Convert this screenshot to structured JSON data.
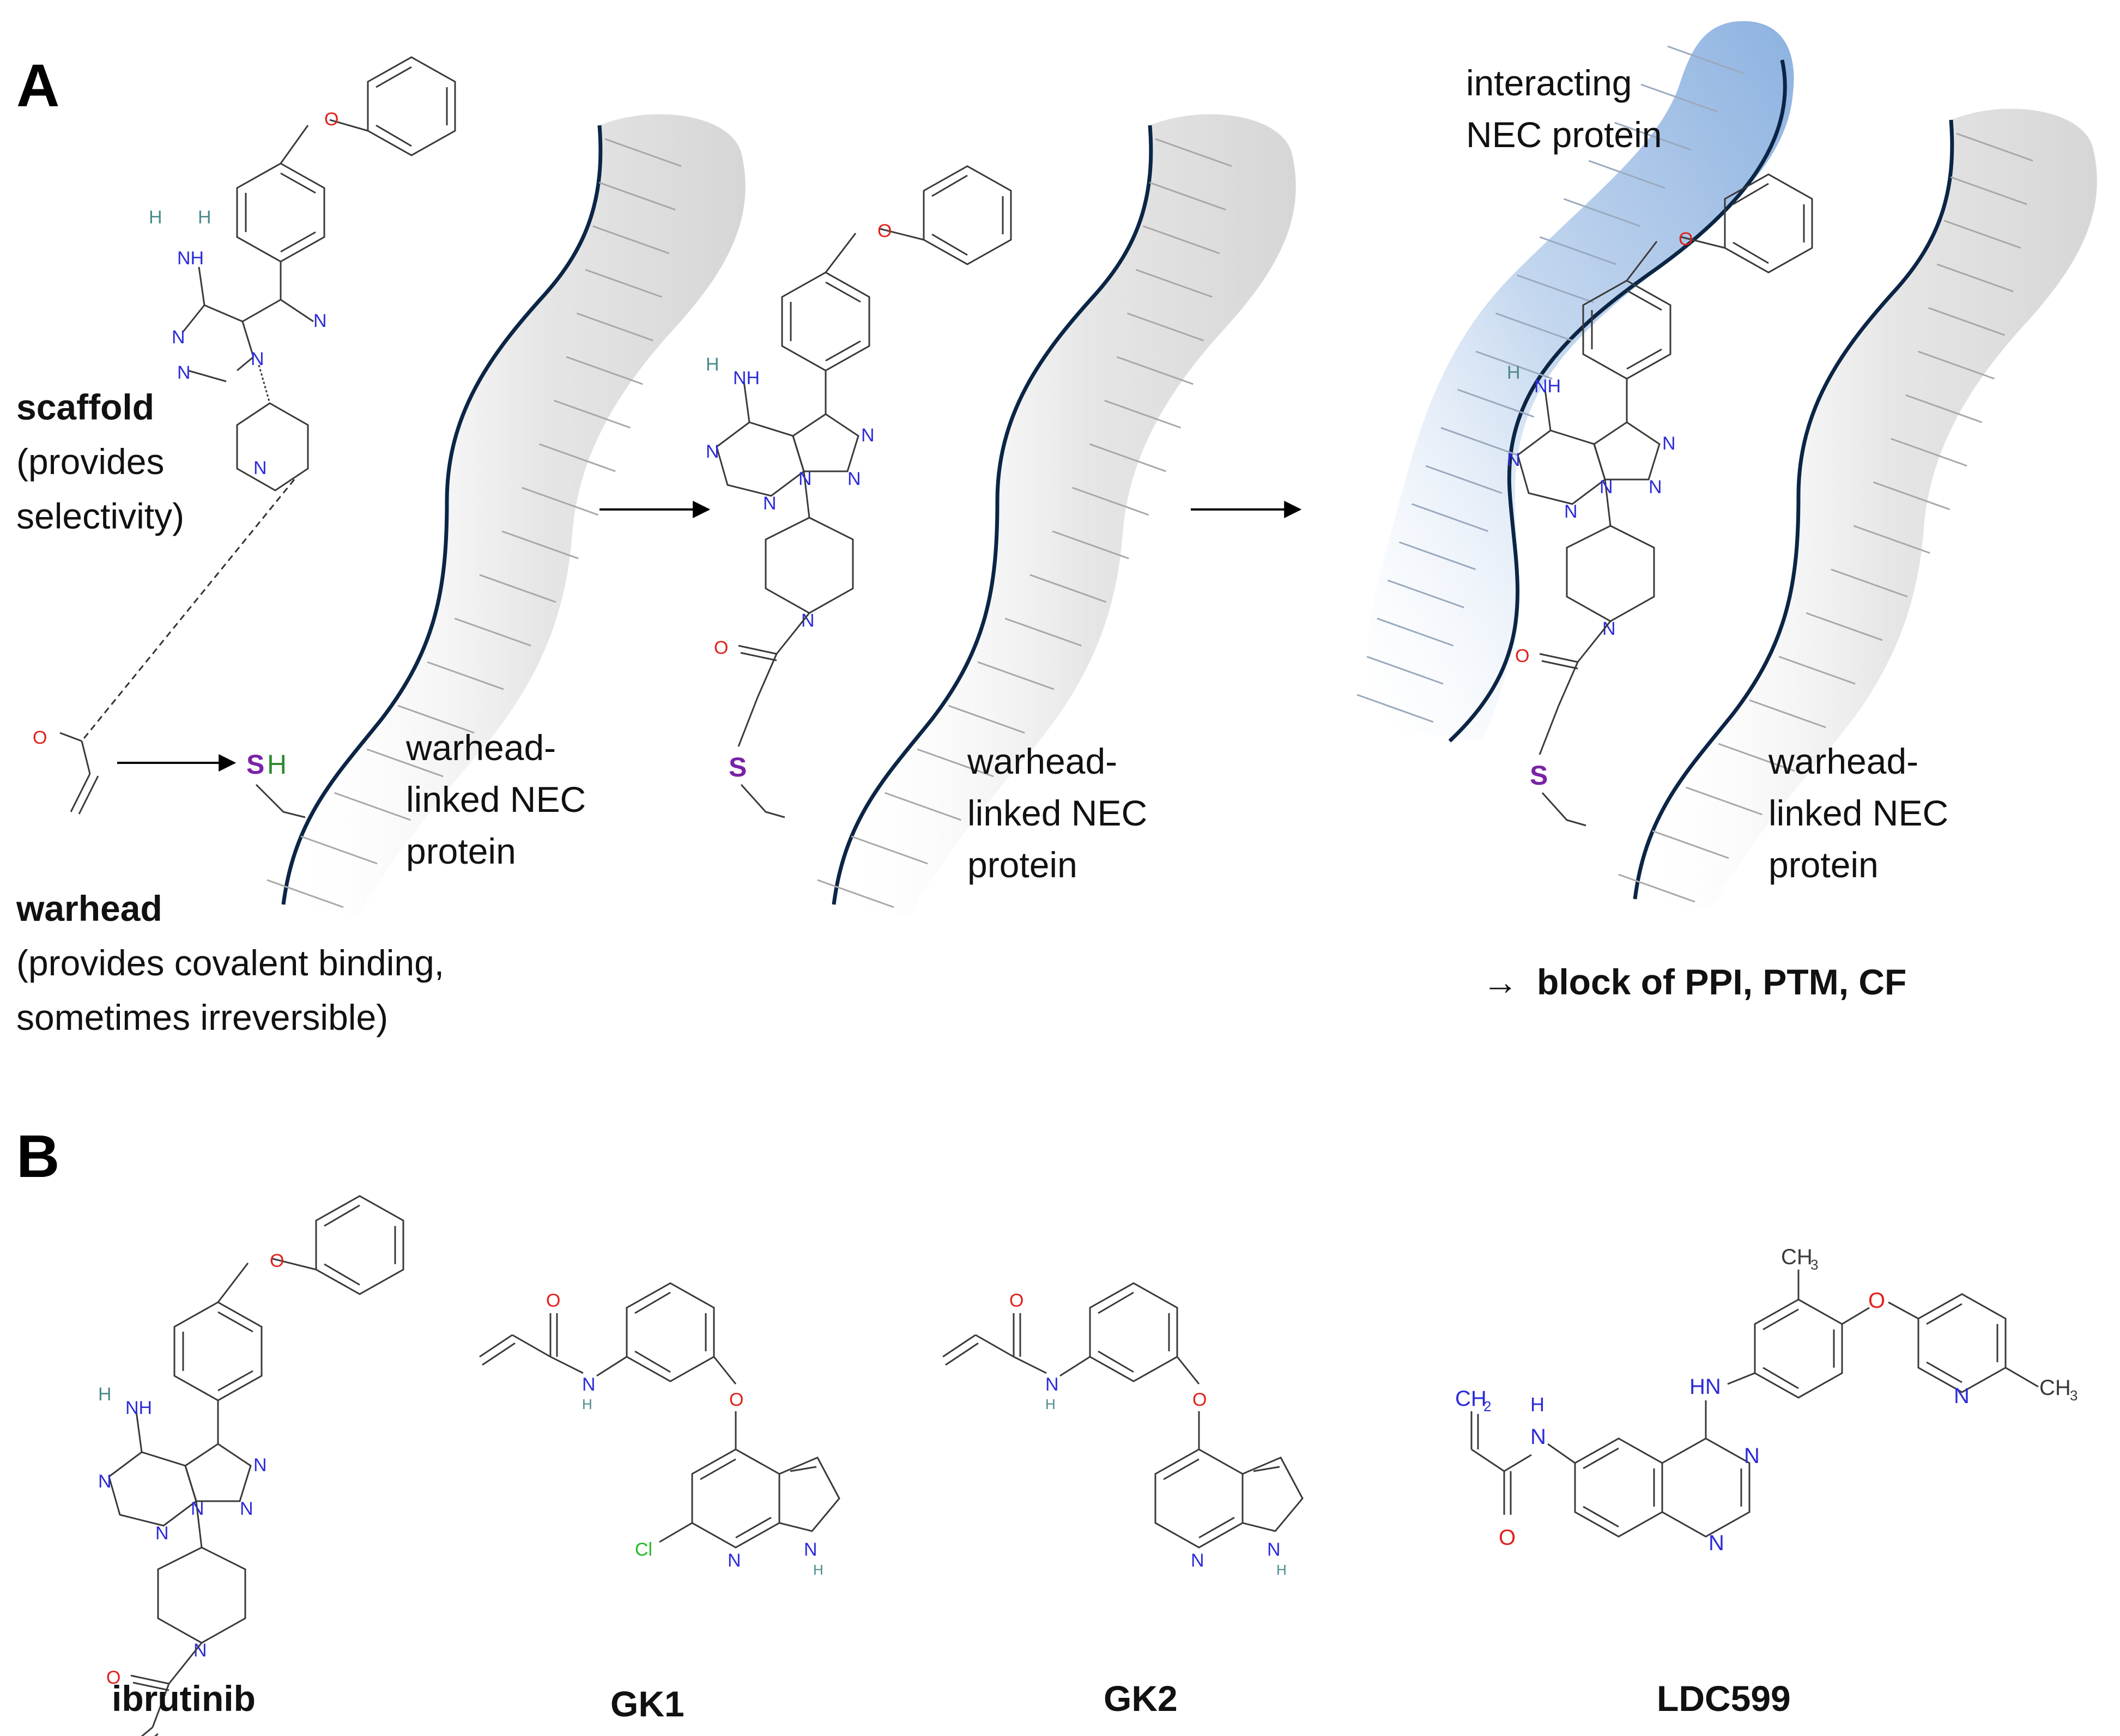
{
  "panels": {
    "a": "A",
    "b": "B"
  },
  "panel_a": {
    "scaffold_title": "scaffold",
    "scaffold_desc_1": "(provides",
    "scaffold_desc_2": "selectivity)",
    "warhead_title": "warhead",
    "warhead_desc_1": "(provides covalent binding,",
    "warhead_desc_2": "sometimes irreversible)",
    "protein_label": [
      "warhead-",
      "linked NEC",
      "protein"
    ],
    "interacting_label": [
      "interacting",
      "NEC protein"
    ],
    "result_arrow": "→",
    "result_text": "block of PPI, PTM, CF",
    "thiol_s": "S",
    "thiol_h": "H"
  },
  "panel_b": {
    "compounds": [
      "ibrutinib",
      "GK1",
      "GK2",
      "LDC599"
    ]
  },
  "atoms": {
    "n": "N",
    "o": "O",
    "s": "S",
    "h": "H",
    "cl": "Cl",
    "nh2": "NH",
    "h2": "H",
    "ch3": "CH",
    "sub3": "3",
    "ch2": "CH",
    "sub2": "2",
    "hn": "HN"
  },
  "colors": {
    "nitrogen": "#2b2bd9",
    "oxygen": "#e0201b",
    "sulfur": "#7a22a6",
    "hydrogen": "#4a8a8a",
    "chlorine": "#22bb22",
    "thiol_h": "#2e8b2e",
    "protein_gray": "#e3e3e3",
    "protein_blue": "#8fb4e0",
    "outline": "#0b2545"
  }
}
